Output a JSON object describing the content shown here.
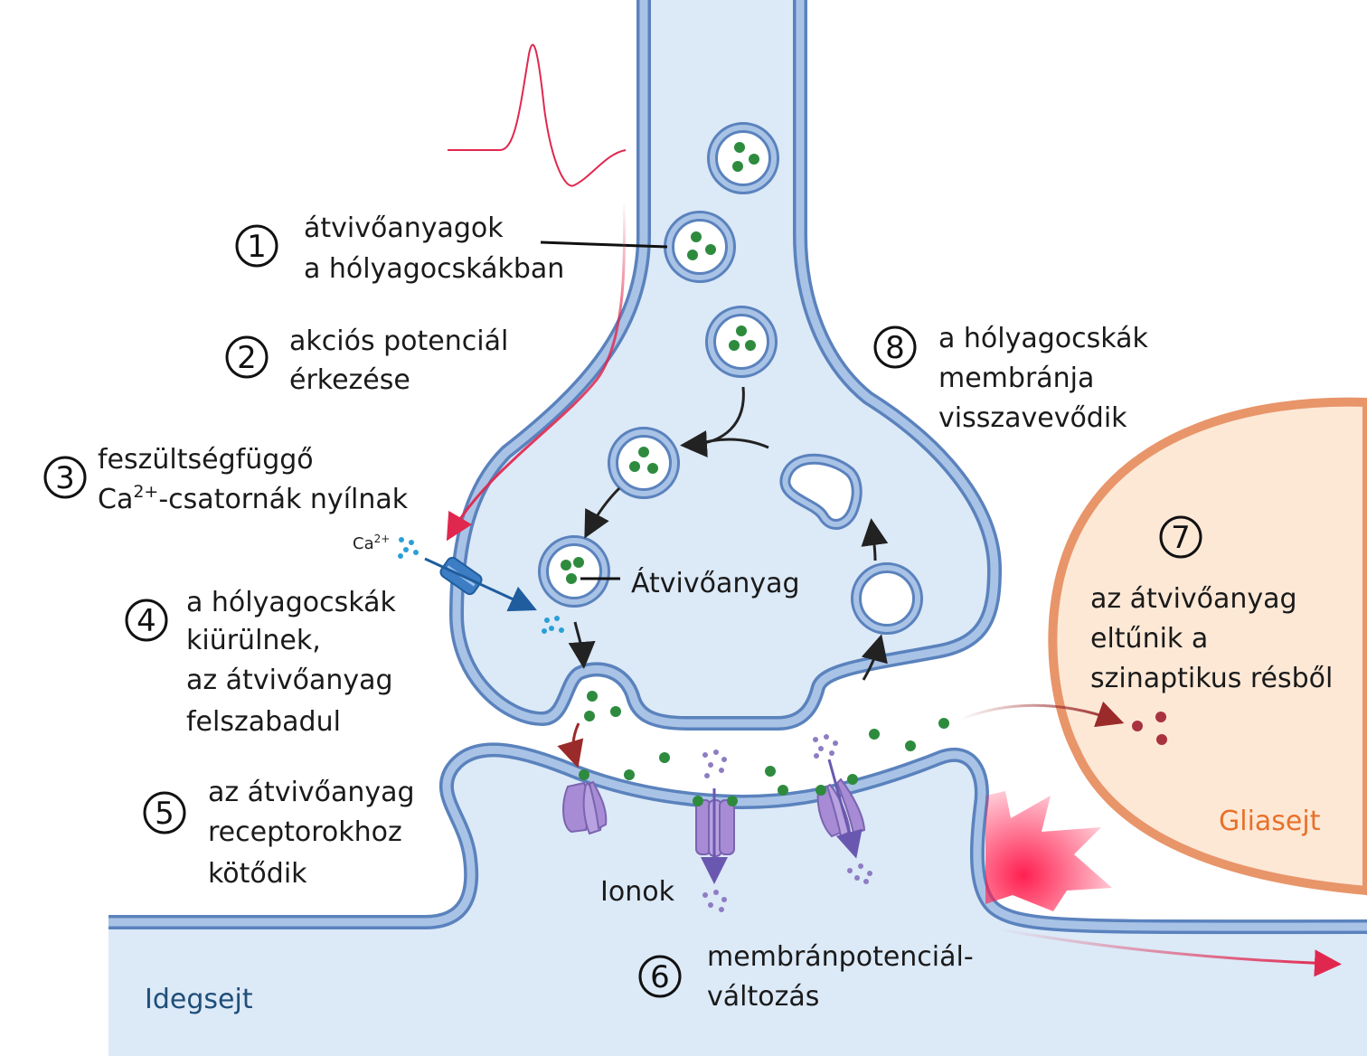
{
  "steps": [
    {
      "number": "1",
      "lines": [
        "átvivőanyagok",
        "a hólyagocskákban"
      ]
    },
    {
      "number": "2",
      "lines": [
        "akciós potenciál",
        "érkezése"
      ]
    },
    {
      "number": "3",
      "lines": [
        "feszültségfüggő",
        "Ca",
        "2+",
        "-csatornák nyílnak"
      ]
    },
    {
      "number": "4",
      "lines": [
        "a hólyagocskák",
        "kiürülnek,",
        "az átvivőanyag",
        "felszabadul"
      ]
    },
    {
      "number": "5",
      "lines": [
        "az átvivőanyag",
        "receptorokhoz",
        "kötődik"
      ]
    },
    {
      "number": "6",
      "lines": [
        "membránpotenciál-",
        "változás"
      ]
    },
    {
      "number": "7",
      "lines": [
        "az átvivőanyag",
        "eltűnik a",
        "szinaptikus résből"
      ]
    },
    {
      "number": "8",
      "lines": [
        "a hólyagocskák",
        "membránja",
        "visszavevődik"
      ]
    }
  ],
  "labels": {
    "neurotransmitter": "Átvivőanyag",
    "ions": "Ionok",
    "calcium": "Ca",
    "calcium_sup": "2+",
    "neuron": "Idegsejt",
    "glia": "Gliasejt"
  },
  "colors": {
    "cytoplasm": "#dce9f7",
    "membrane": "#8fb0dc",
    "membrane_edge": "#5a82bd",
    "vesicle_dot": "#2e8b3e",
    "glia_fill": "#fde8d6",
    "glia_edge": "#e8956a",
    "signal": "#e0284f",
    "receptor": "#a78bd4",
    "ion": "#8e7cc3",
    "calcium": "#2a9fd6",
    "removed": "#a8323e"
  }
}
